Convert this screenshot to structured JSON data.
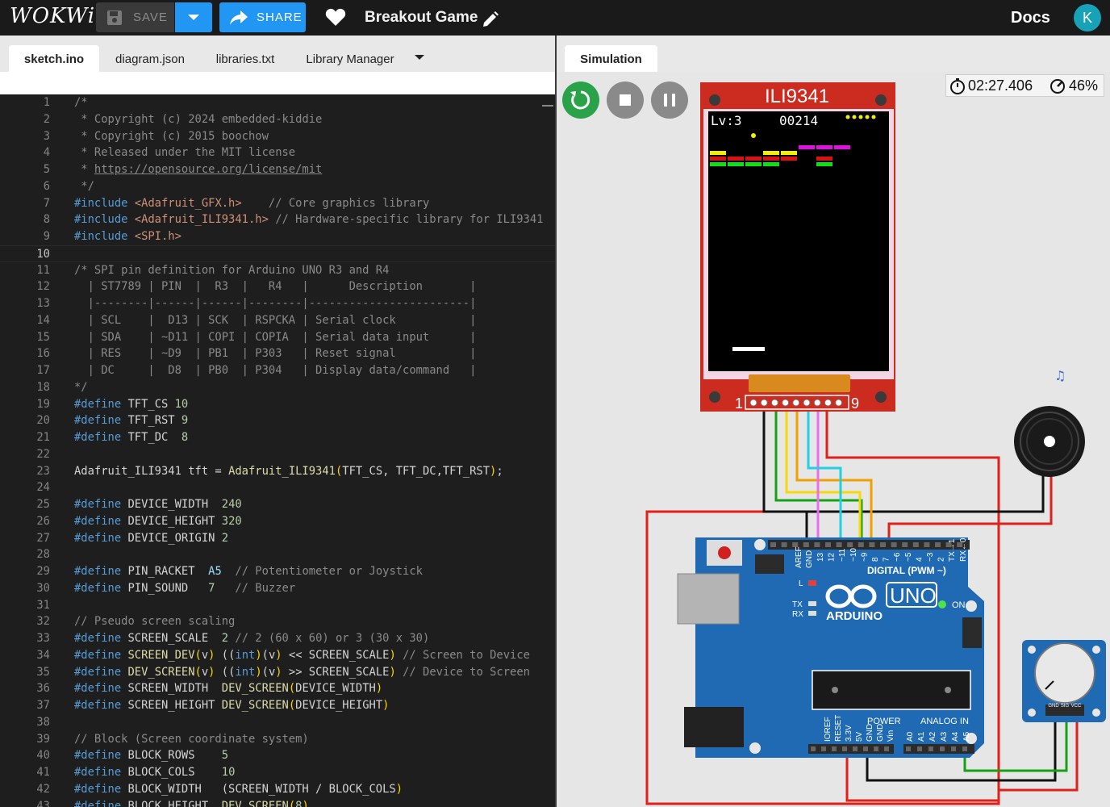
{
  "app": {
    "logo": "WOKWi",
    "save_label": "SAVE",
    "share_label": "SHARE",
    "project_title": "Breakout Game",
    "docs_label": "Docs",
    "avatar_letter": "K"
  },
  "editor": {
    "tabs": [
      "sketch.ino",
      "diagram.json",
      "libraries.txt",
      "Library Manager"
    ],
    "active_tab": "sketch.ino",
    "current_line": 10,
    "lines": [
      "/*",
      " * Copyright (c) 2024 embedded-kiddie",
      " * Copyright (c) 2015 boochow",
      " * Released under the MIT license",
      " * https://opensource.org/license/mit",
      " */",
      "#include <Adafruit_GFX.h>    // Core graphics library",
      "#include <Adafruit_ILI9341.h> // Hardware-specific library for ILI9341",
      "#include <SPI.h>",
      "",
      "/* SPI pin definition for Arduino UNO R3 and R4",
      "  | ST7789 | PIN  |  R3  |   R4   |      Description       |",
      "  |--------|------|------|--------|------------------------|",
      "  | SCL    |  D13 | SCK  | RSPCKA | Serial clock           |",
      "  | SDA    | ~D11 | COPI | COPIA  | Serial data input      |",
      "  | RES    | ~D9  | PB1  | P303   | Reset signal           |",
      "  | DC     |  D8  | PB0  | P304   | Display data/command   |",
      "*/",
      "#define TFT_CS 10",
      "#define TFT_RST 9",
      "#define TFT_DC  8",
      "",
      "Adafruit_ILI9341 tft = Adafruit_ILI9341(TFT_CS, TFT_DC,TFT_RST);",
      "",
      "#define DEVICE_WIDTH  240",
      "#define DEVICE_HEIGHT 320",
      "#define DEVICE_ORIGIN 2",
      "",
      "#define PIN_RACKET  A5  // Potentiometer or Joystick",
      "#define PIN_SOUND   7   // Buzzer",
      "",
      "// Pseudo screen scaling",
      "#define SCREEN_SCALE  2 // 2 (60 x 60) or 3 (30 x 30)",
      "#define SCREEN_DEV(v) ((int)(v) << SCREEN_SCALE) // Screen to Device",
      "#define DEV_SCREEN(v) ((int)(v) >> SCREEN_SCALE) // Device to Screen",
      "#define SCREEN_WIDTH  DEV_SCREEN(DEVICE_WIDTH)",
      "#define SCREEN_HEIGHT DEV_SCREEN(DEVICE_HEIGHT)",
      "",
      "// Block (Screen coordinate system)",
      "#define BLOCK_ROWS    5",
      "#define BLOCK_COLS    10",
      "#define BLOCK_WIDTH   (SCREEN_WIDTH / BLOCK_COLS)",
      "#define BLOCK_HEIGHT  DEV_SCREEN(8)"
    ]
  },
  "simulation": {
    "tab_label": "Simulation",
    "timer": "02:27.406",
    "speed": "46%",
    "lcd": {
      "title": "ILI9341",
      "level": "Lv:3",
      "score": "00214",
      "lives": 5,
      "pin_first": "1",
      "pin_last": "9"
    },
    "arduino": {
      "brand": "ARDUINO",
      "model": "UNO",
      "digital_label": "DIGITAL (PWM ~)",
      "on_label": "ON",
      "tx_label": "TX",
      "rx_label": "RX",
      "l_label": "L",
      "aref_label": "AREF",
      "gnd_label": "GND",
      "digital_pins": [
        "13",
        "12",
        "~11",
        "~10",
        "~9",
        "8",
        "7",
        "~6",
        "~5",
        "4",
        "~3",
        "2",
        "TX→1",
        "RX←0"
      ],
      "power_label": "POWER",
      "analog_label": "ANALOG IN",
      "power_pins": [
        "IOREF",
        "RESET",
        "3.3V",
        "5V",
        "GND",
        "GND",
        "Vin"
      ],
      "analog_pins": [
        "A0",
        "A1",
        "A2",
        "A3",
        "A4",
        "A5"
      ]
    },
    "potentiometer": {
      "pin_labels": [
        "GND",
        "SIG",
        "VCC"
      ]
    },
    "colors": {
      "wire_red": "#e0201b",
      "wire_black": "#111111",
      "wire_green": "#16a016",
      "wire_yellow": "#f5d90a",
      "wire_orange": "#f0a000",
      "wire_pink": "#e870e8",
      "wire_cyan": "#22d0e0",
      "arduino_blue": "#1f6ab3",
      "lcd_red": "#cc2b1f",
      "accent_blue": "#2196f3",
      "brick_yellow": "#f2f000",
      "brick_red": "#e01010",
      "brick_green": "#10e010",
      "brick_magenta": "#e010e0"
    }
  }
}
